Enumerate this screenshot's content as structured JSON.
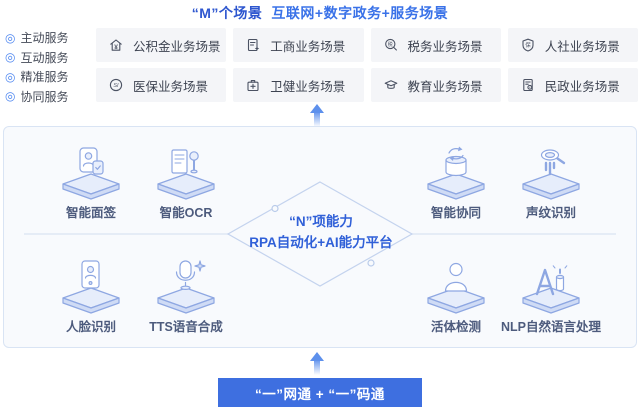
{
  "title": {
    "prefix": "“M”个场景",
    "suffix": "互联网+数字政务+服务场景"
  },
  "services": {
    "bullet": "◎",
    "items": [
      {
        "label": "主动服务"
      },
      {
        "label": "互动服务"
      },
      {
        "label": "精准服务"
      },
      {
        "label": "协同服务"
      }
    ]
  },
  "scenarios": {
    "items": [
      {
        "label": "公积金业务场景",
        "icon": "house-yuan-icon"
      },
      {
        "label": "工商业务场景",
        "icon": "document-star-icon"
      },
      {
        "label": "税务业务场景",
        "icon": "tax-magnifier-icon"
      },
      {
        "label": "人社业务场景",
        "icon": "shield-bao-icon"
      },
      {
        "label": "医保业务场景",
        "icon": "si-circle-icon"
      },
      {
        "label": "卫健业务场景",
        "icon": "medical-kit-icon"
      },
      {
        "label": "教育业务场景",
        "icon": "graduation-cap-icon"
      },
      {
        "label": "民政业务场景",
        "icon": "document-seal-icon"
      }
    ]
  },
  "platform": {
    "title_line1": "“N”项能力",
    "title_line2": "RPA自动化+AI能力平台",
    "capabilities": [
      {
        "label": "智能面签",
        "icon": "id-card-sign-icon"
      },
      {
        "label": "智能OCR",
        "icon": "ocr-scan-icon"
      },
      {
        "label": "智能协同",
        "icon": "collaboration-icon"
      },
      {
        "label": "声纹识别",
        "icon": "voiceprint-icon"
      },
      {
        "label": "人脸识别",
        "icon": "face-id-icon"
      },
      {
        "label": "TTS语音合成",
        "icon": "microphone-icon"
      },
      {
        "label": "活体检测",
        "icon": "liveness-person-icon"
      },
      {
        "label": "NLP自然语言处理",
        "icon": "nlp-ai-icon"
      }
    ]
  },
  "gateway": {
    "label": "“一”网通 + “一”码通"
  },
  "colors": {
    "title_dark_blue": "#2d56cf",
    "accent_blue": "#3a72e8",
    "button_blue": "#3e6fe0",
    "box_bg": "#f4f5f8",
    "panel_bg": "#f8fafd",
    "panel_border": "#d9e4f4"
  }
}
